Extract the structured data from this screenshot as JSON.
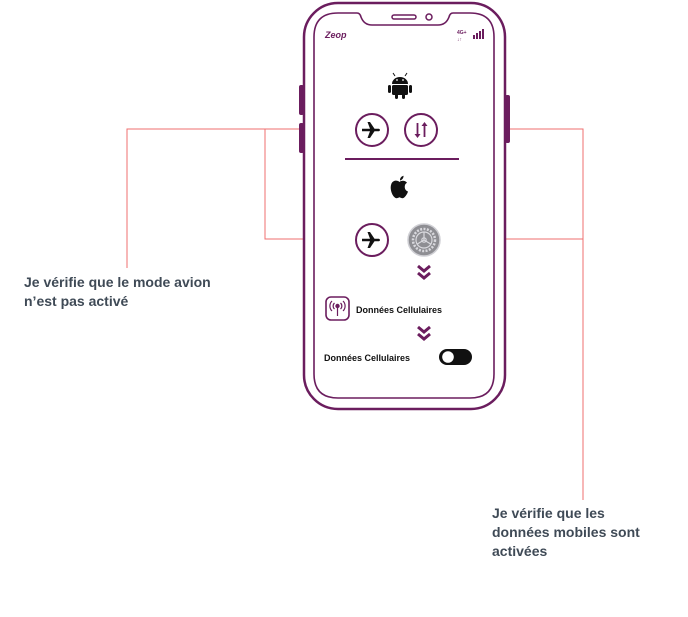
{
  "phone": {
    "brand": "Zeop",
    "network": "4G+"
  },
  "sections": {
    "android_icon": "android-logo-icon",
    "apple_icon": "apple-logo-icon"
  },
  "steps": {
    "cellular_data_label": "Données Cellulaires",
    "cellular_toggle_label": "Données Cellulaires",
    "toggle_state": "on"
  },
  "annotations": {
    "left_lines": [
      "Je vérifie que le mode avion",
      "n’est pas activé"
    ],
    "right_lines": [
      "Je vérifie que les",
      "données mobiles sont",
      "activées"
    ]
  },
  "colors": {
    "phone": "#6b1d5e",
    "connector": "#ef6f6f",
    "text": "#3f4a56",
    "icon": "#111111"
  }
}
